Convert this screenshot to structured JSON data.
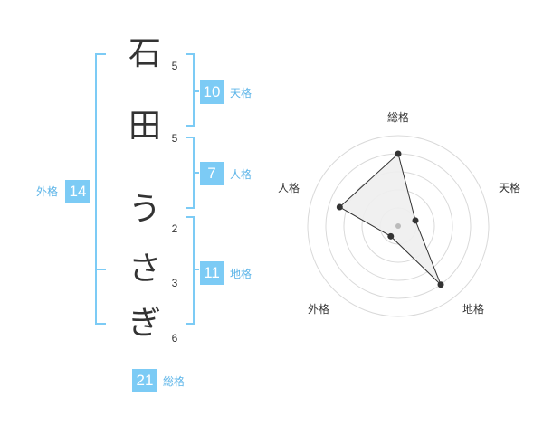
{
  "name_chars": [
    {
      "char": "石",
      "strokes": "5"
    },
    {
      "char": "田",
      "strokes": "5"
    },
    {
      "char": "う",
      "strokes": "2"
    },
    {
      "char": "さ",
      "strokes": "3"
    },
    {
      "char": "ぎ",
      "strokes": "6"
    }
  ],
  "kakusu": {
    "tenkaku": {
      "value": "10",
      "label": "天格"
    },
    "jinkaku": {
      "value": "7",
      "label": "人格"
    },
    "chikaku": {
      "value": "11",
      "label": "地格"
    },
    "gaikaku": {
      "value": "14",
      "label": "外格"
    },
    "soukaku": {
      "value": "21",
      "label": "総格"
    }
  },
  "colors": {
    "accent": "#7ccbf5",
    "accent_text": "#5bb4e8",
    "radar_fill": "#eeeeee",
    "radar_line": "#333333",
    "grid": "#d9d9d9"
  },
  "chart_data": {
    "type": "radar",
    "axes": [
      "総格",
      "天格",
      "地格",
      "外格",
      "人格"
    ],
    "values": [
      4,
      1,
      4,
      0.7,
      3.4
    ],
    "rmax": 5,
    "rings": 5
  }
}
